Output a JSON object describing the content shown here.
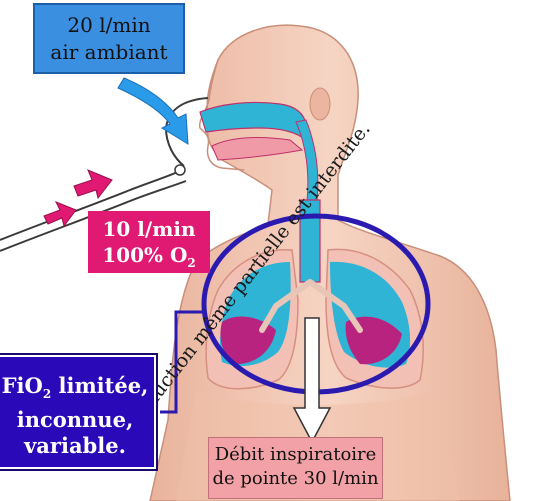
{
  "labels": {
    "air": {
      "line1": "20 l/min",
      "line2": "air ambiant"
    },
    "oxygen": {
      "line1": "10 l/min",
      "line2": "100% O",
      "line2_sub": "2"
    },
    "fio2": {
      "line1_prefix": "FiO",
      "line1_sub": "2",
      "line1_suffix": " limitée,",
      "line2": "inconnue,",
      "line3": "variable."
    },
    "debit": {
      "line1": "Débit inspiratoire",
      "line2": "de pointe 30 l/min"
    }
  },
  "watermark": {
    "text": "Reproduction même partielle est interdite."
  },
  "colors": {
    "air_box": "#3b8fe0",
    "air_arrow": "#2a9be8",
    "oxygen_box": "#e01a72",
    "oxygen_arrows": "#e01a72",
    "fio2_box": "#2a09b8",
    "lung_circle": "#2a1ab0",
    "debit_box": "#f2a2a7",
    "skin": "#f3c9b5",
    "lung_blue": "#2fb4d6",
    "lung_magenta": "#b8237f"
  }
}
